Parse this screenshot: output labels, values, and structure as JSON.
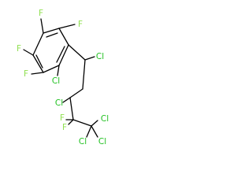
{
  "molecule": {
    "atom_colors": {
      "F": "#90e050",
      "Cl": "#1fc01f",
      "C": "#000000"
    },
    "labels": {
      "f_top_left": "F",
      "f_top_right": "F",
      "f_left_upper": "F",
      "f_left_lower": "F",
      "f_chain": "F",
      "f_chain_2": "F",
      "cl_benzylic": "Cl",
      "cl_ring_side": "Cl",
      "cl_mid": "Cl",
      "cl_terminal_1": "Cl",
      "cl_terminal_2": "Cl",
      "cl_terminal_3": "Cl"
    }
  }
}
